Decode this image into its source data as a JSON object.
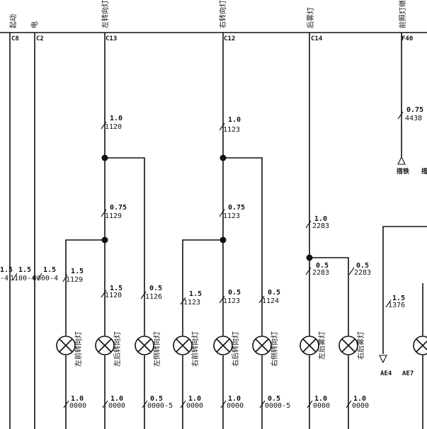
{
  "bus": {
    "top_labels": [
      "起动",
      "电",
      "左转向灯",
      "右转向灯",
      "后雾灯",
      "前照灯继电器"
    ],
    "taps": [
      "C8",
      "C2",
      "C13",
      "C12",
      "C14",
      "F40"
    ]
  },
  "wires": [
    {
      "gauge": "1.0",
      "code": "1120"
    },
    {
      "gauge": "1.0",
      "code": "1123"
    },
    {
      "gauge": "0.75",
      "code": "1129"
    },
    {
      "gauge": "0.75",
      "code": "1123"
    },
    {
      "gauge": "0.75",
      "code": "4438"
    },
    {
      "gauge": "1.0",
      "code": "2283"
    },
    {
      "gauge": "1.5",
      "code": "-4"
    },
    {
      "gauge": "1.5",
      "code": "1100-4"
    },
    {
      "gauge": "1.5",
      "code": "0000-4"
    },
    {
      "gauge": "1.5",
      "code": "1129"
    },
    {
      "gauge": "1.5",
      "code": "1120"
    },
    {
      "gauge": "0.5",
      "code": "1126"
    },
    {
      "gauge": "1.5",
      "code": "1123"
    },
    {
      "gauge": "0.5",
      "code": "1123"
    },
    {
      "gauge": "0.5",
      "code": "1124"
    },
    {
      "gauge": "0.5",
      "code": "2283"
    },
    {
      "gauge": "0.5",
      "code": "2283"
    },
    {
      "gauge": "1.5",
      "code": "1376"
    },
    {
      "gauge": "1.0",
      "code": "0000"
    },
    {
      "gauge": "1.0",
      "code": "0000"
    },
    {
      "gauge": "0.5",
      "code": "0000-5"
    },
    {
      "gauge": "1.0",
      "code": "0000"
    },
    {
      "gauge": "1.0",
      "code": "0000"
    },
    {
      "gauge": "0.5",
      "code": "0000-5"
    },
    {
      "gauge": "1.0",
      "code": "0000"
    },
    {
      "gauge": "1.0",
      "code": "0000"
    }
  ],
  "lamps": [
    {
      "label": "左前转向灯"
    },
    {
      "label": "左后转向灯"
    },
    {
      "label": "左侧转向灯"
    },
    {
      "label": "右前转向灯"
    },
    {
      "label": "右后转向灯"
    },
    {
      "label": "右侧转向灯"
    },
    {
      "label": "左后雾灯"
    },
    {
      "label": "右后雾灯"
    }
  ],
  "grounds": [
    "搭铁",
    "搭铁",
    "AE4",
    "AE7"
  ]
}
